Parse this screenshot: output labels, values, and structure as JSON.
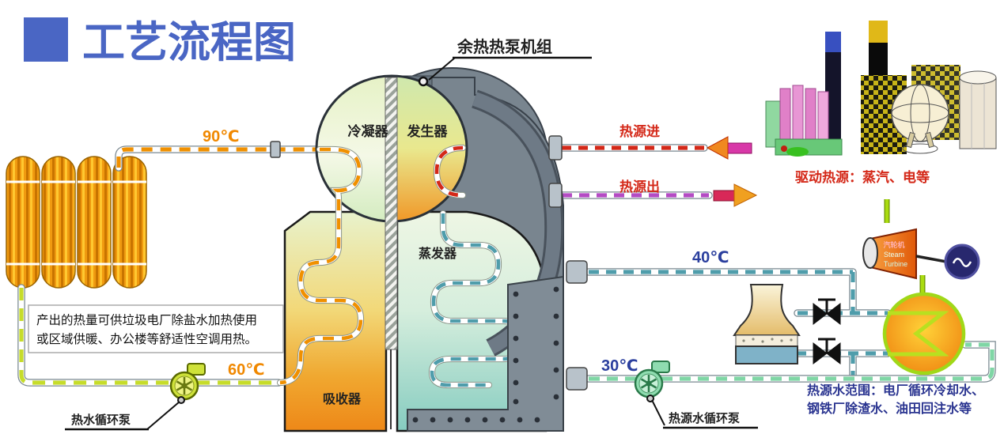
{
  "title": {
    "text": "工艺流程图"
  },
  "machine": {
    "label": "余热热泵机组",
    "condenser": "冷凝器",
    "generator": "发生器",
    "evaporator": "蒸发器",
    "absorber": "吸收器"
  },
  "temperatures": {
    "t90": "90℃",
    "t60": "60℃",
    "t40": "40℃",
    "t30": "30℃"
  },
  "flows": {
    "heat_source_in": "热源进",
    "heat_source_out": "热源出",
    "drive_heat_source": "驱动热源：蒸汽、电等"
  },
  "pumps": {
    "hot_water": "热水循环泵",
    "source_water": "热源水循环泵"
  },
  "equipment": {
    "turbine_cn": "汽轮机",
    "turbine_en_1": "Steam",
    "turbine_en_2": "Turbine"
  },
  "notes": {
    "output_line1": "产出的热量可供垃圾电厂除盐水加热使用",
    "output_line2": "或区域供暖、办公楼等舒适性空调用热。",
    "source_range_line1": "热源水范围：电厂循环冷却水、",
    "source_range_line2": "钢铁厂除渣水、油田回注水等"
  },
  "colors": {
    "title_blue": "#4a66c4",
    "hot_orange": "#f09000",
    "lime": "#c6dc2a",
    "teal": "#4f9dab",
    "mint": "#7fd6a5",
    "red": "#d42818",
    "purple": "#b44bc4",
    "temp_blue": "#2b3f9e",
    "note_navy": "#2a3490"
  }
}
